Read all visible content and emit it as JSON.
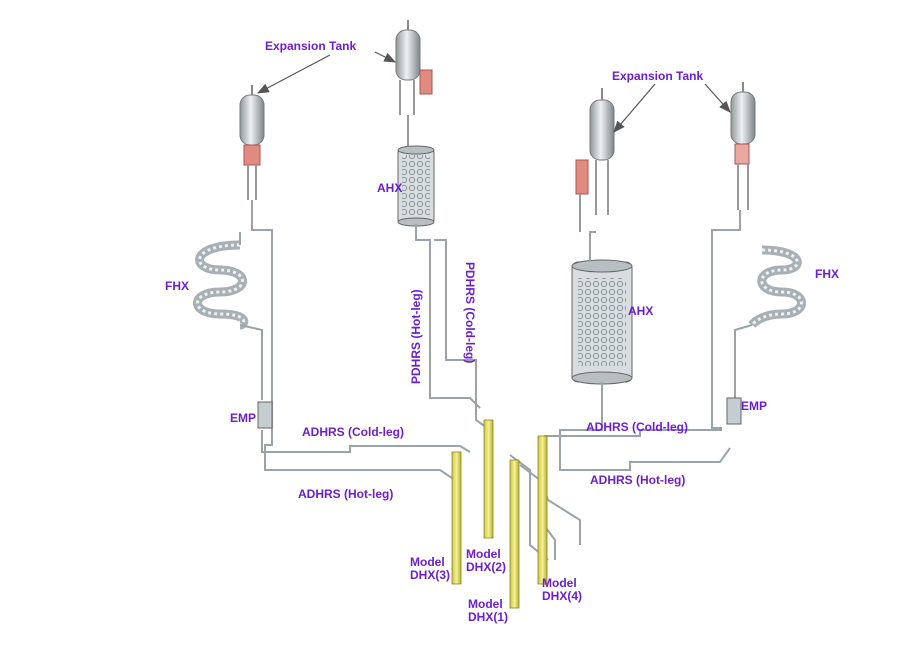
{
  "labels": {
    "expansion_tank_left": "Expansion Tank",
    "expansion_tank_right": "Expansion Tank",
    "ahx_left": "AHX",
    "ahx_right": "AHX",
    "fhx_left": "FHX",
    "fhx_right": "FHX",
    "emp_left": "EMP",
    "emp_right": "EMP",
    "pdhrs_hot": "PDHRS (Hot-leg)",
    "pdhrs_cold": "PDHRS (Cold-leg)",
    "adhrs_cold_left": "ADHRS (Cold-leg)",
    "adhrs_hot_left": "ADHRS (Hot-leg)",
    "adhrs_cold_right": "ADHRS (Cold-leg)",
    "adhrs_hot_right": "ADHRS (Hot-leg)",
    "dhx1": "Model\nDHX(1)",
    "dhx2": "Model\nDHX(2)",
    "dhx3": "Model\nDHX(3)",
    "dhx4": "Model\nDHX(4)"
  },
  "colors": {
    "label": "#6b1fd0",
    "pipe": "#9aa3a8",
    "tank": "#c9d0d4",
    "heater": "#e07a70",
    "dhx": "#e8e26a"
  }
}
